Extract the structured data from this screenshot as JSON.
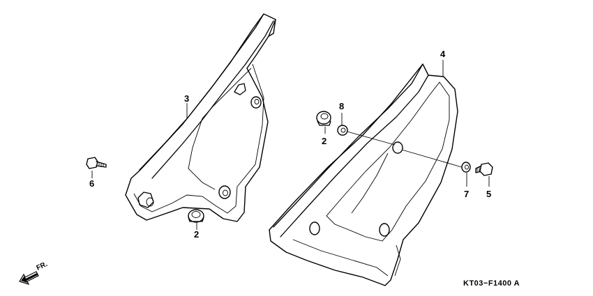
{
  "diagram": {
    "code": "KT03−F1400 A",
    "direction_label": "FR.",
    "callouts": {
      "c3": "3",
      "c6": "6",
      "c2a": "2",
      "c8": "8",
      "c2b": "2",
      "c4": "4",
      "c7": "7",
      "c5": "5"
    }
  }
}
